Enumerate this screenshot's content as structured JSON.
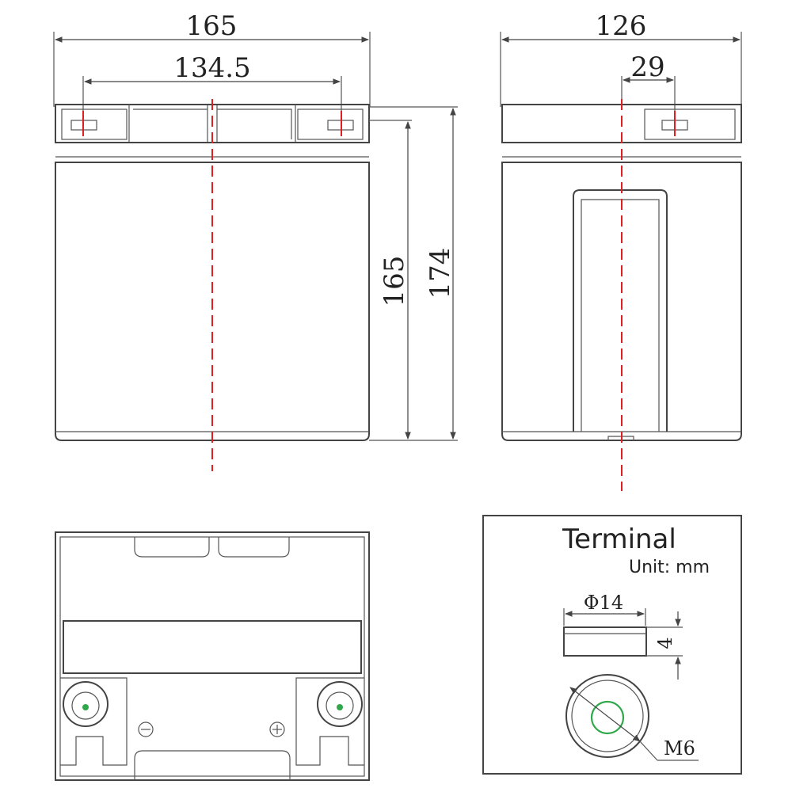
{
  "front_view": {
    "width_label": "165",
    "terminal_spacing_label": "134.5",
    "body_height_label": "165",
    "total_height_label": "174"
  },
  "side_view": {
    "width_label": "126",
    "terminal_offset_label": "29"
  },
  "terminal_detail": {
    "title": "Terminal",
    "unit": "Unit: mm",
    "diameter_label": "Φ14",
    "height_label": "4",
    "thread_label": "M6"
  },
  "top_view": {
    "negative_symbol": "⊖",
    "positive_symbol": "⊕"
  },
  "colors": {
    "centerline": "#e02020",
    "terminal_ring": "#2fa84a",
    "line": "#444444"
  }
}
